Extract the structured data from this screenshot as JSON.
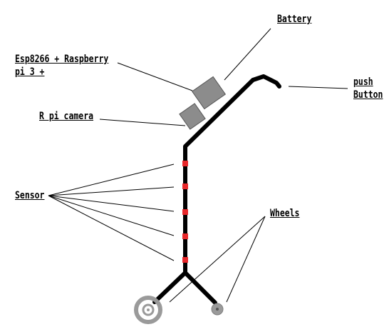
{
  "labels": {
    "battery": "Battery",
    "esp_line1": "Esp8266 + Raspberry",
    "esp_line2": "pi 3 +",
    "camera": "R pi camera",
    "push_line1": "push",
    "push_line2": "Button",
    "sensor": "Sensor",
    "wheels": "Wheels"
  },
  "colors": {
    "frame": "#000000",
    "sensor_mark": "#e8282b",
    "box": "#8c8c8c",
    "wheel": "#9a9a9a",
    "leader": "#000000"
  }
}
